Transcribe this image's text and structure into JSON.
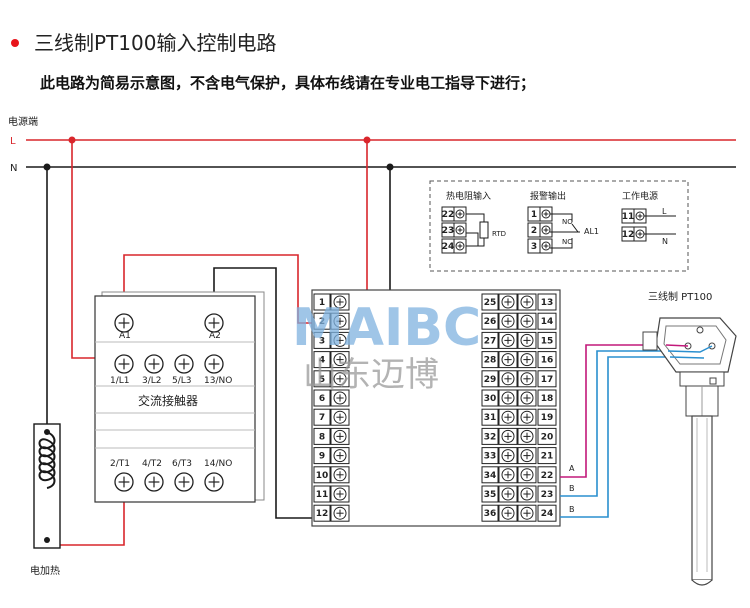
{
  "title": "三线制PT100输入控制电路",
  "note": "此电路为简易示意图，不含电气保护，具体布线请在专业电工指导下进行；",
  "colors": {
    "red": "#d9262c",
    "black": "#1a1a1a",
    "blue": "#2a8fcf",
    "magenta": "#c2187a",
    "bullet": "#e8141b",
    "watermark_en": "#7fb2e0",
    "watermark_cn": "#9a9a9a"
  },
  "power": {
    "label": "电源端",
    "L": "L",
    "N": "N"
  },
  "contactor": {
    "coil_left": "A1",
    "coil_right": "A2",
    "top_terminals": [
      "1/L1",
      "3/L2",
      "5/L3",
      "13/NO"
    ],
    "name": "交流接触器",
    "bottom_terminals": [
      "2/T1",
      "4/T2",
      "6/T3",
      "14/NO"
    ]
  },
  "heater": {
    "label": "电加热"
  },
  "controller": {
    "left_numbers": [
      "1",
      "2",
      "3",
      "4",
      "5",
      "6",
      "7",
      "8",
      "9",
      "10",
      "11",
      "12"
    ],
    "mid_numbers": [
      "25",
      "26",
      "27",
      "28",
      "29",
      "30",
      "31",
      "32",
      "33",
      "34",
      "35",
      "36"
    ],
    "right_numbers": [
      "13",
      "14",
      "15",
      "16",
      "17",
      "18",
      "19",
      "20",
      "21",
      "22",
      "23",
      "24"
    ]
  },
  "legend": {
    "rtd_title": "热电阻输入",
    "rtd_terms": [
      "22",
      "23",
      "24"
    ],
    "rtd_label": "RTD",
    "alarm_title": "报警输出",
    "alarm_terms": [
      "1",
      "2",
      "3"
    ],
    "alarm_no": "NO",
    "alarm_nc": "NC",
    "alarm_label": "AL1",
    "power_title": "工作电源",
    "power_terms": [
      "11",
      "12"
    ],
    "power_L": "L",
    "power_N": "N"
  },
  "sensor": {
    "label": "三线制 PT100",
    "wire_labels": [
      "A",
      "B",
      "B"
    ]
  },
  "watermark": {
    "en": "MAIBC",
    "cn": "山东迈博"
  }
}
